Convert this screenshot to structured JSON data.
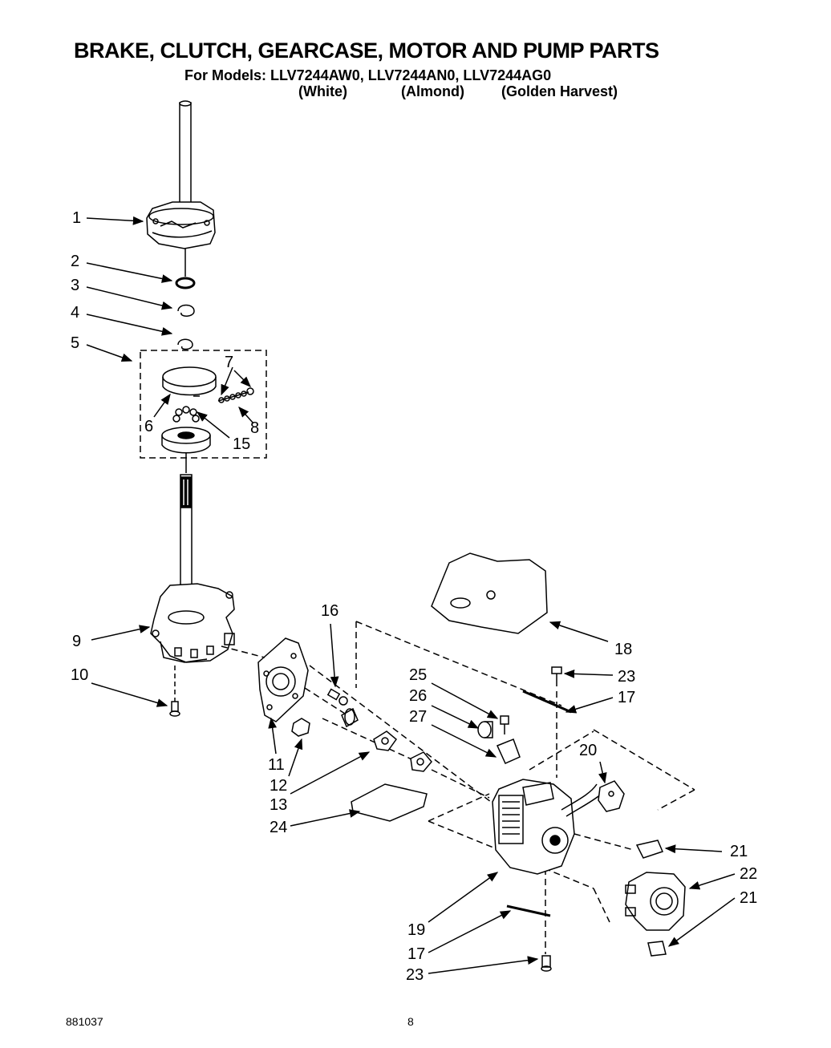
{
  "header": {
    "title": "BRAKE, CLUTCH, GEARCASE, MOTOR AND PUMP PARTS",
    "models_line": "For Models: LLV7244AW0, LLV7244AN0, LLV7244AG0",
    "variants": [
      "(White)",
      "(Almond)",
      "(Golden Harvest)"
    ]
  },
  "callouts": [
    "1",
    "2",
    "3",
    "4",
    "5",
    "6",
    "7",
    "8",
    "15",
    "9",
    "10",
    "16",
    "11",
    "12",
    "13",
    "24",
    "25",
    "26",
    "27",
    "18",
    "23",
    "17",
    "20",
    "21",
    "22",
    "21",
    "19",
    "17",
    "23"
  ],
  "footer": {
    "doc_number": "881037",
    "page_number": "8"
  }
}
